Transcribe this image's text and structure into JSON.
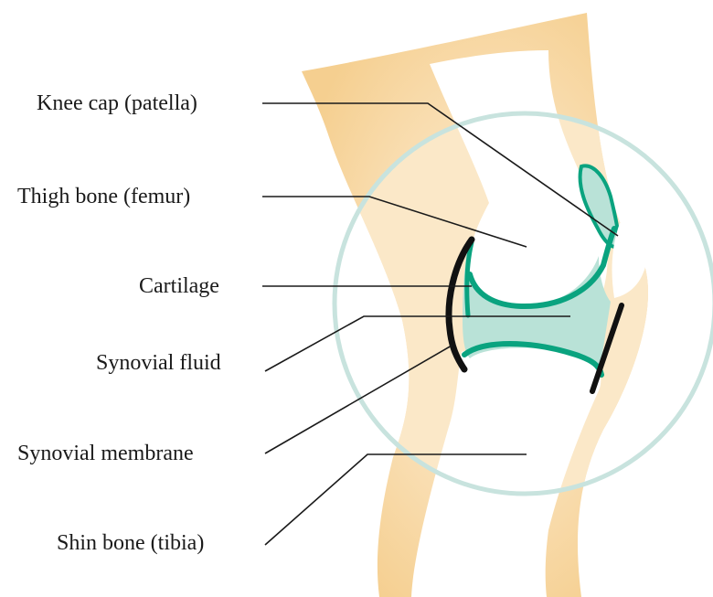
{
  "labels": {
    "knee_cap": "Knee cap (patella)",
    "thigh_bone": "Thigh bone (femur)",
    "cartilage": "Cartilage",
    "synovial_fluid": "Synovial fluid",
    "synovial_membrane": "Synovial membrane",
    "shin_bone": "Shin bone (tibia)"
  },
  "colors": {
    "skin_outer": "#f6d49a",
    "skin_inner": "#fbe6c2",
    "bone": "#ffffff",
    "cartilage": "#0aa37f",
    "synovial_fluid": "#b9e2d7",
    "membrane": "#111111",
    "magnifier_ring": "#c8e3de",
    "leader_line": "#1a1a1a"
  }
}
